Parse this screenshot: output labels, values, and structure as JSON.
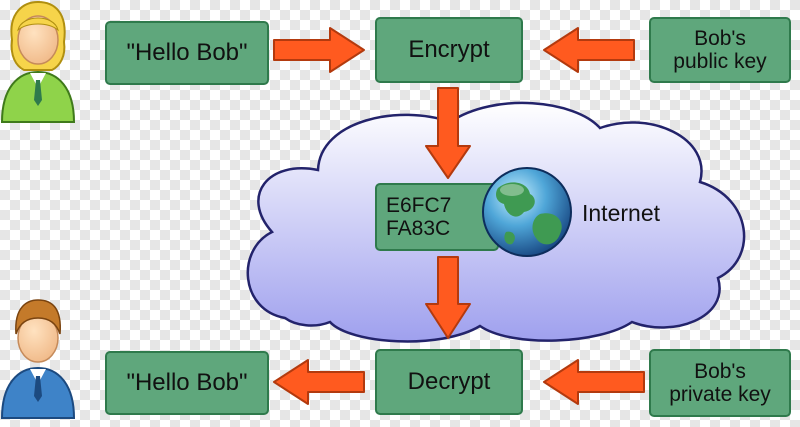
{
  "colors": {
    "box_fill": "#5fa77c",
    "box_stroke": "#2f7a4c",
    "arrow_fill": "#ff5a1f",
    "arrow_stroke": "#b33a0e",
    "cloud_fill_top": "#ffffff",
    "cloud_fill_bottom": "#9fa0ee",
    "cloud_stroke": "#23236b",
    "cipher_fill": "#5fa77c"
  },
  "nodes": {
    "alice_message": "\"Hello Bob\"",
    "encrypt": "Encrypt",
    "public_key_line1": "Bob's",
    "public_key_line2": "public key",
    "cipher_line1": "E6FC7",
    "cipher_line2": "FA83C",
    "internet": "Internet",
    "bob_message": "\"Hello Bob\"",
    "decrypt": "Decrypt",
    "private_key_line1": "Bob's",
    "private_key_line2": "private key"
  },
  "icons": {
    "sender": "female-user-icon",
    "receiver": "male-user-icon",
    "network": "globe-icon"
  }
}
